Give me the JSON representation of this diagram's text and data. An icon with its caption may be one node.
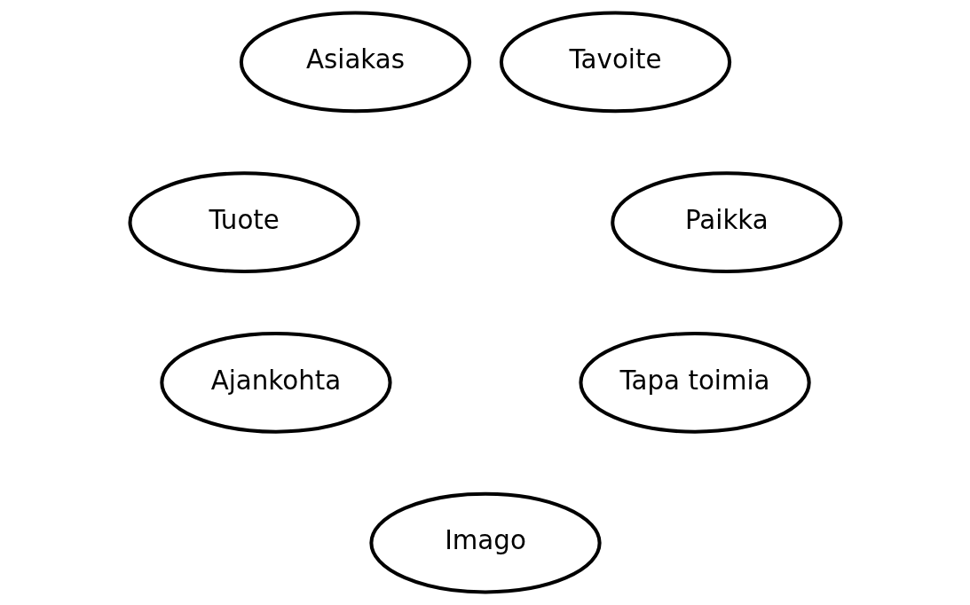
{
  "diagram": {
    "nodes": [
      {
        "text": [
          "Asiakas"
        ]
      },
      {
        "text": [
          "Tavoite"
        ]
      },
      {
        "text": [
          "Tuote"
        ]
      },
      {
        "text": [
          "Paikka"
        ]
      },
      {
        "text": [
          "Ajankohta"
        ]
      },
      {
        "text": [
          "Tapa toimia"
        ]
      },
      {
        "text": [
          "Imago"
        ]
      }
    ]
  }
}
